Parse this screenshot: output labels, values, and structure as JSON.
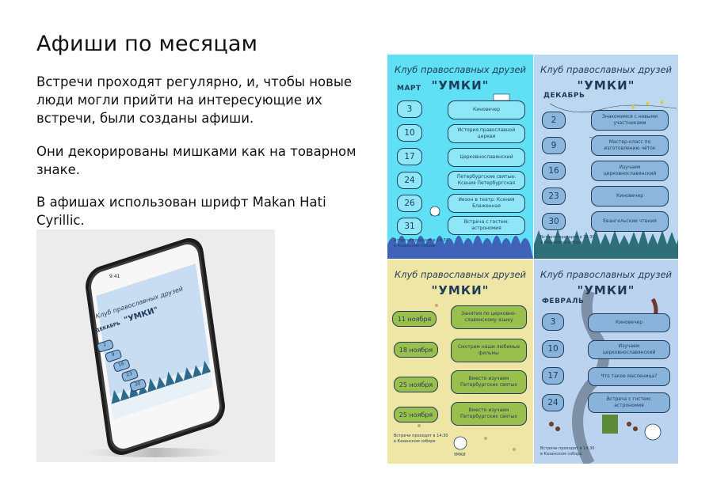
{
  "slide": {
    "title": "Афиши по месяцам",
    "paragraphs": [
      "Встречи проходят регулярно, и, чтобы новые люди могли прийти на интересующие их встречи, были созданы афиши.",
      "Они декорированы мишками как на товарном знаке.",
      "В афишах использован шрифт Makan Hati Cyrillic."
    ]
  },
  "phone": {
    "time": "9:41",
    "title": "Клуб православных друзей",
    "subtitle": "\"УМКИ\"",
    "month": "ДЕКАБРЬ",
    "dates": [
      "2",
      "9",
      "16",
      "23",
      "30"
    ]
  },
  "posters": {
    "march": {
      "title": "Клуб православных друзей",
      "subtitle": "\"УМКИ\"",
      "month": "МАРТ",
      "dates": [
        "3",
        "10",
        "17",
        "24",
        "26",
        "31"
      ],
      "events": [
        "Киновечер",
        "История православной церкви",
        "Церковнославянский",
        "Петербургские святые: Ксения Петербургская",
        "Иезон в театр: Ксения Блаженная",
        "Встреча с гостем: астрономия"
      ],
      "footer": [
        "Встречи проходят в 14:30",
        "в Казанском соборе"
      ]
    },
    "december": {
      "title": "Клуб православных друзей",
      "subtitle": "\"УМКИ\"",
      "month": "ДЕКАБРЬ",
      "dates": [
        "2",
        "9",
        "16",
        "23",
        "30"
      ],
      "events": [
        "Знакомимся с новыми участниками",
        "Мастер-класс по изготовлению чёток",
        "Изучаем церковнославянский",
        "Киновечер",
        "Евангельские чтения"
      ],
      "footer": [
        "Встречи проходят в 14:30",
        "в Казанском соборе"
      ]
    },
    "november": {
      "title": "Клуб православных друзей",
      "subtitle": "\"УМКИ\"",
      "dates": [
        "11 ноября",
        "18 ноября",
        "25 ноября",
        "25 ноября"
      ],
      "events": [
        "Занятия по церковно-славянскому языку",
        "Смотрим наши любимые фильмы",
        "Вместе изучаем Петербургских святых",
        "Вместе изучаем Петербургских святых"
      ],
      "footer": [
        "Встречи проходят в 14:30",
        "в Казанском соборе"
      ],
      "logo_text": "УМКИ"
    },
    "february": {
      "title": "Клуб православных друзей",
      "subtitle": "\"УМКИ\"",
      "month": "ФЕВРАЛЬ",
      "dates": [
        "3",
        "10",
        "17",
        "24"
      ],
      "events": [
        "Киновечер",
        "Изучаем церковнославянский",
        "Что такое масленица?",
        "Встреча с гостем: астрономия"
      ],
      "footer": [
        "Встречи проходят в 14:30",
        "в Казанском соборе"
      ]
    }
  },
  "colors": {
    "march_bg": "#5fe0f4",
    "december_bg": "#bcd8f0",
    "november_bg": "#efe6a6",
    "february_bg": "#bcd3ef",
    "ink": "#1e3c5a",
    "march_box": "#8fe6f6",
    "december_box": "#8db6dc",
    "november_box": "#9bbf4c",
    "february_box": "#8ab3dc"
  }
}
